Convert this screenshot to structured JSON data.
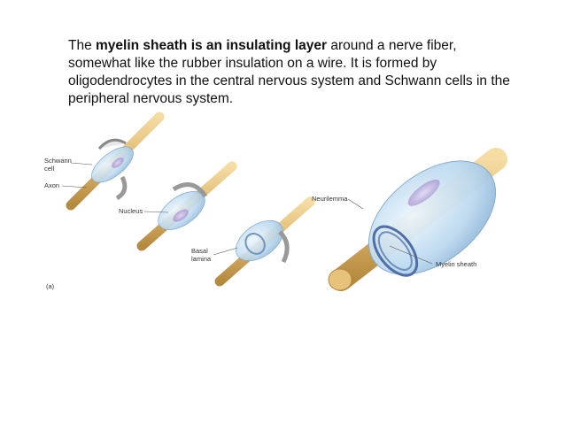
{
  "text": {
    "intro": "The ",
    "bold": "myelin sheath is an insulating layer",
    "rest": " around a nerve fiber, somewhat like the rubber insulation on a wire. It is formed by oligodendrocytes in the central nervous system and Schwann cells in the peripheral nervous system."
  },
  "figure": {
    "labels": {
      "schwann_1": "Schwann",
      "schwann_2": "cell",
      "axon": "Axon",
      "nucleus": "Nucleus",
      "basal_1": "Basal",
      "basal_2": "lamina",
      "neurilemma": "Neurilemma",
      "myelin": "Myelin sheath",
      "panel": "(a)"
    }
  },
  "colors": {
    "axon": "#e3c07a",
    "axon_dark": "#b48a3f",
    "sheath": "#bcd9ef",
    "sheath_edge": "#7fa8cf",
    "nucleus": "#b49ad6"
  }
}
